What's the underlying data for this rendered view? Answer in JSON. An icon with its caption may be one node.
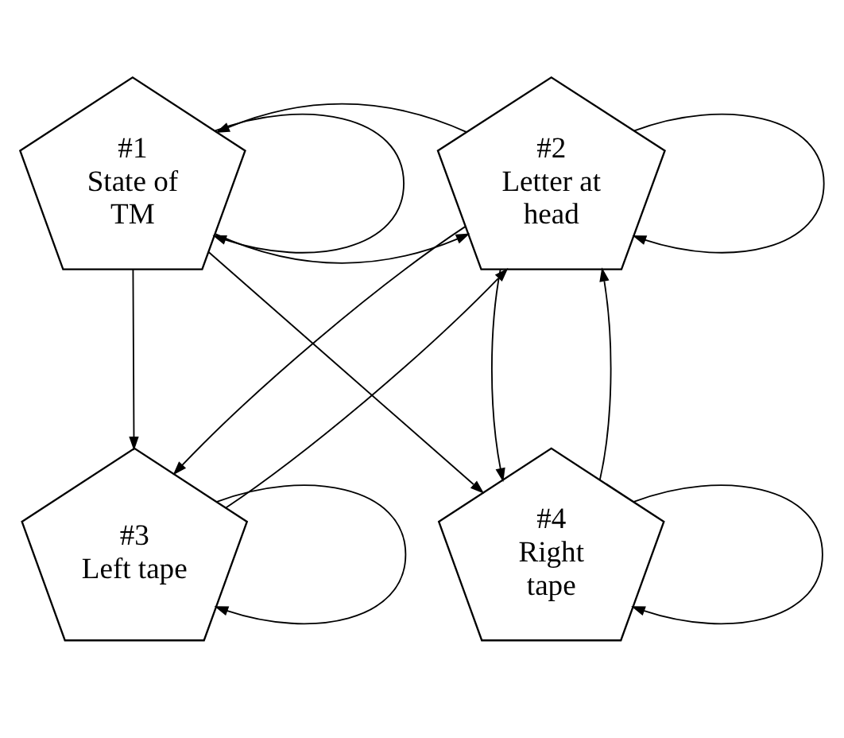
{
  "diagram": {
    "nodes": [
      {
        "text": [
          "#1 State of TM"
        ]
      },
      {
        "text": [
          "#2 Letter at head"
        ]
      },
      {
        "text": [
          "#3 Left tape"
        ]
      },
      {
        "text": [
          "#4 Right tape"
        ]
      }
    ],
    "edges": [
      {
        "from": 0,
        "to": 0,
        "arrow": "to"
      },
      {
        "from": 0,
        "to": 1,
        "arrow": "to"
      },
      {
        "from": 0,
        "to": 2,
        "arrow": "to"
      },
      {
        "from": 0,
        "to": 3,
        "arrow": "to"
      },
      {
        "from": 1,
        "to": 0,
        "arrow": "to"
      },
      {
        "from": 1,
        "to": 1,
        "arrow": "to"
      },
      {
        "from": 1,
        "to": 2,
        "arrow": "to"
      },
      {
        "from": 1,
        "to": 3,
        "arrow": "to"
      },
      {
        "from": 2,
        "to": 1,
        "arrow": "to"
      },
      {
        "from": 2,
        "to": 2,
        "arrow": "to"
      },
      {
        "from": 3,
        "to": 1,
        "arrow": "to"
      },
      {
        "from": 3,
        "to": 3,
        "arrow": "to"
      }
    ]
  }
}
